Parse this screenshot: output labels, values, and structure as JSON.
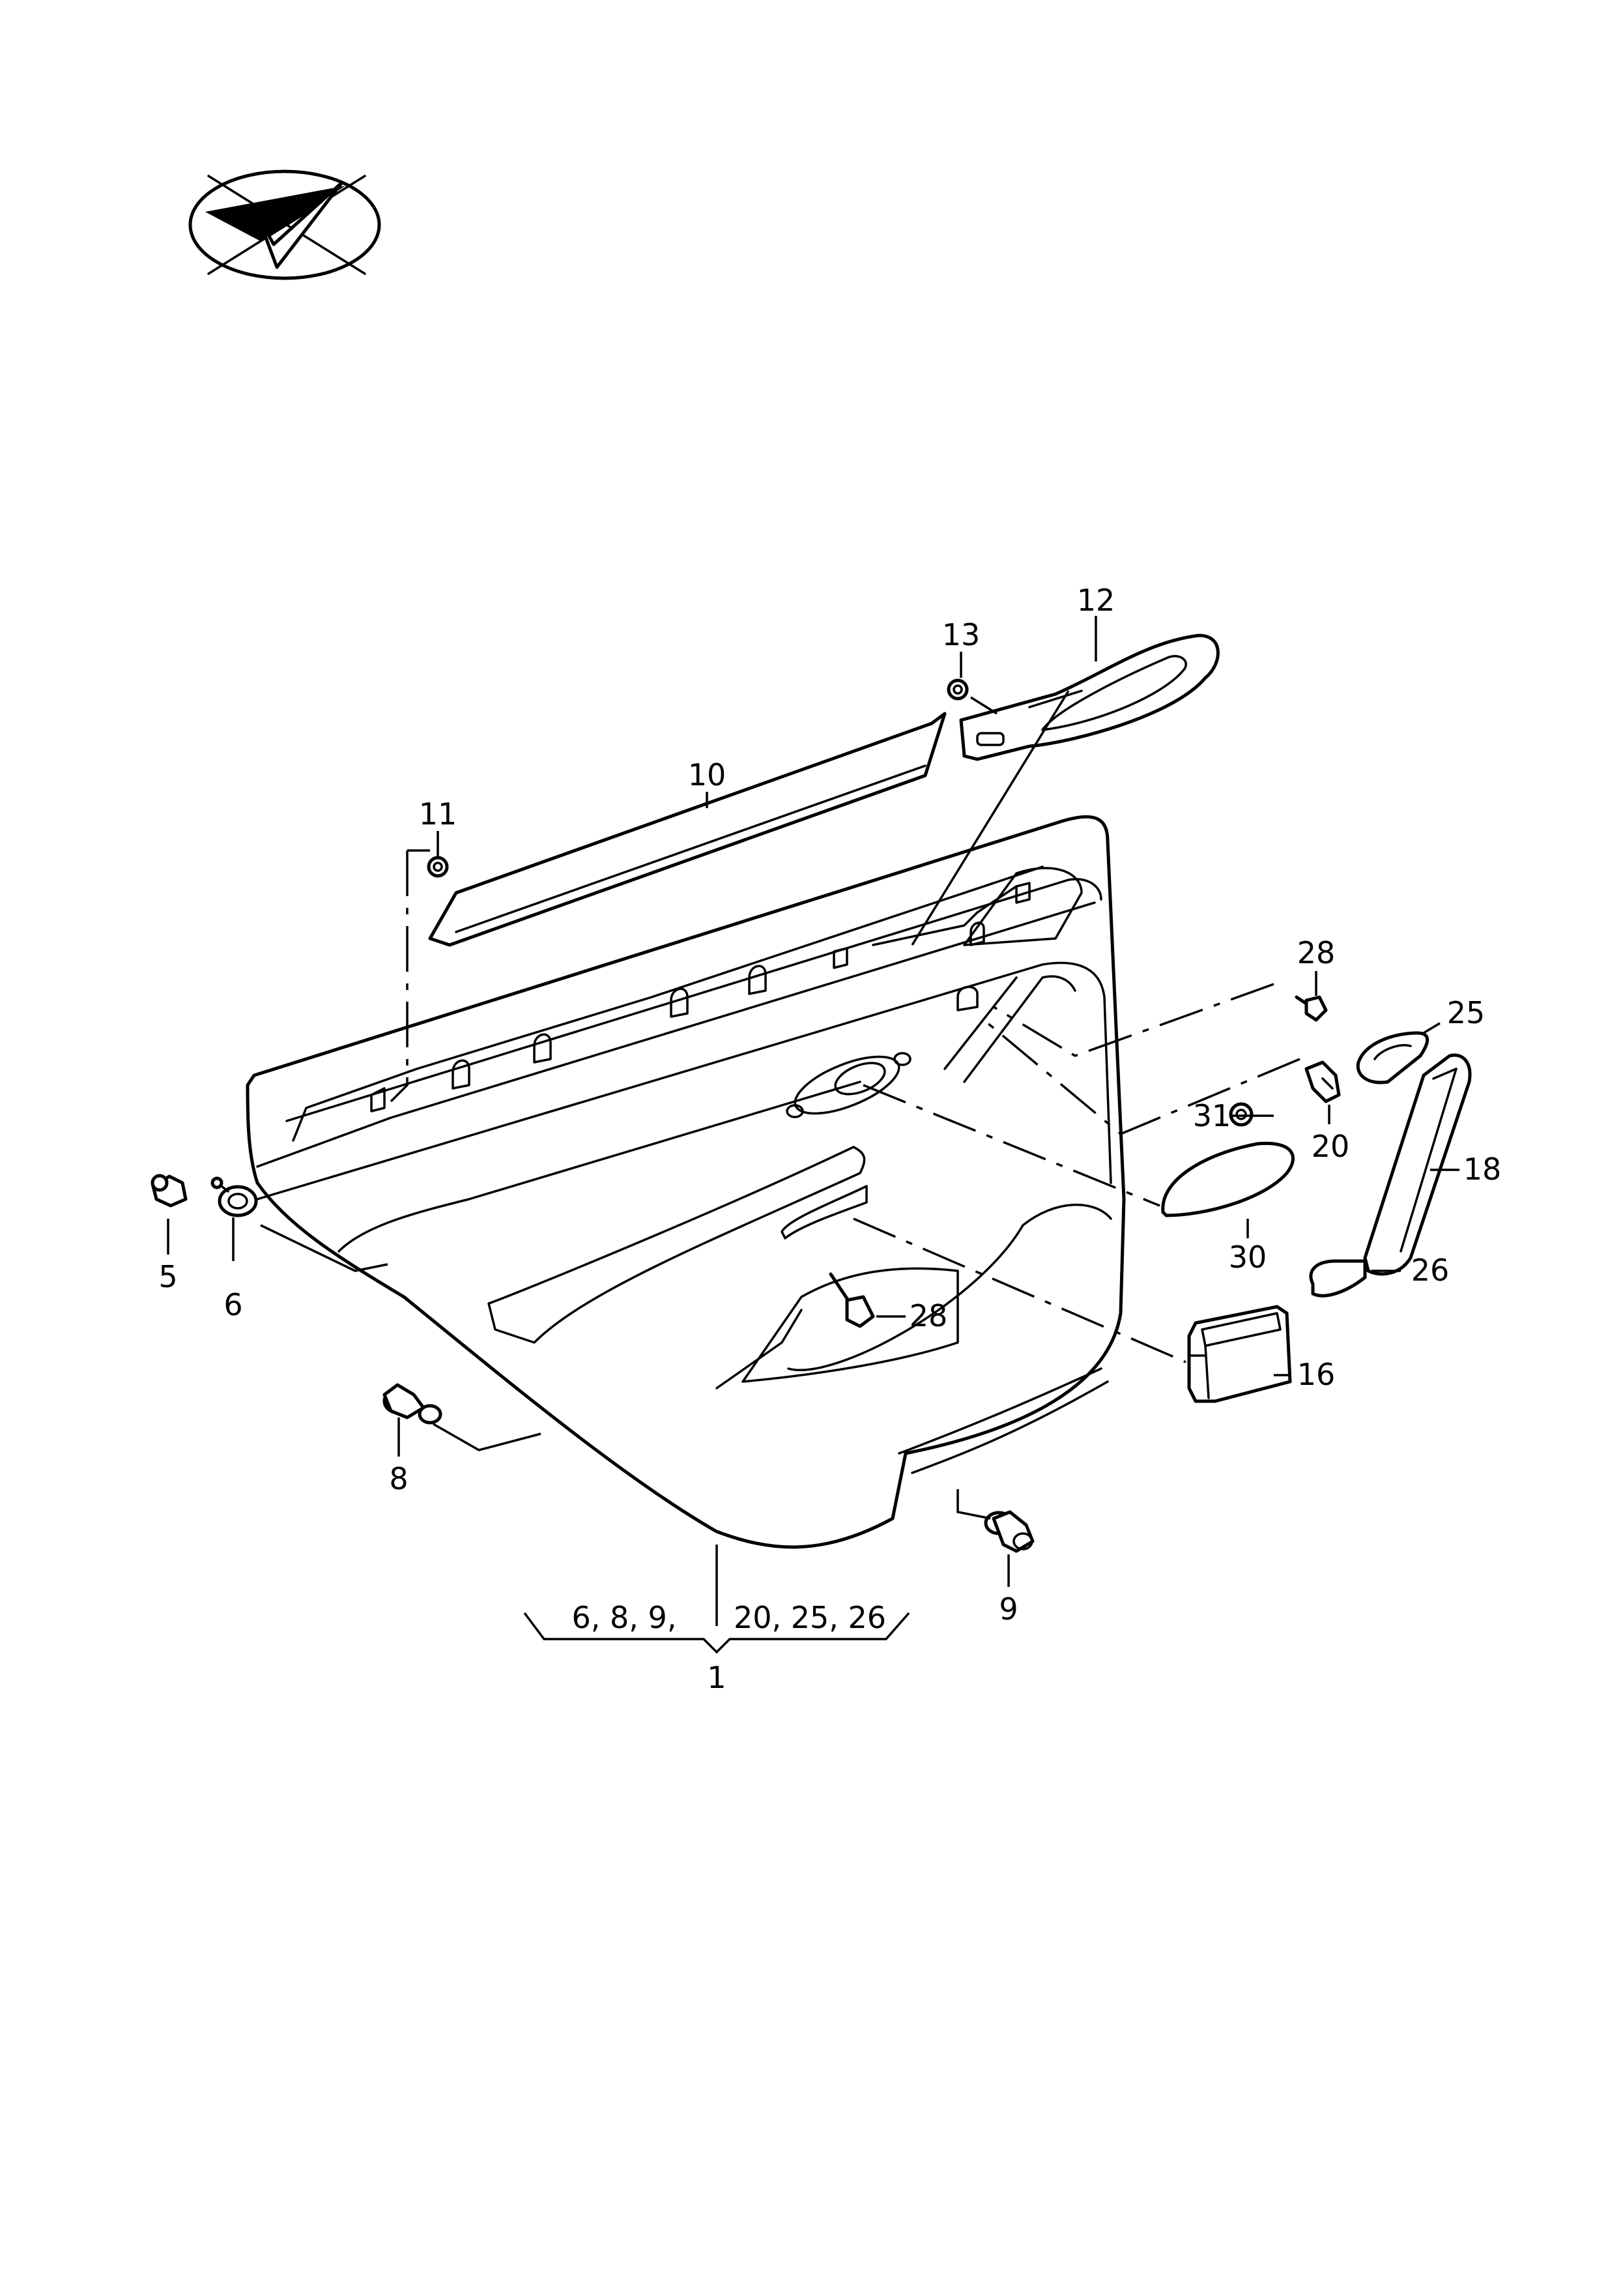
{
  "callouts": {
    "c1": "1",
    "c5": "5",
    "c6": "6",
    "c8": "8",
    "c9": "9",
    "c10": "10",
    "c11": "11",
    "c12": "12",
    "c13": "13",
    "c16": "16",
    "c18": "18",
    "c20": "20",
    "c25": "25",
    "c26": "26",
    "c28a": "28",
    "c28b": "28",
    "c30": "30",
    "c31": "31"
  },
  "bracket": {
    "left_group": "6, 8, 9,",
    "right_group": "20, 25, 26"
  },
  "icons": {
    "orientation": "direction-arrow-icon"
  },
  "colors": {
    "line": "#000000",
    "background": "#ffffff"
  }
}
